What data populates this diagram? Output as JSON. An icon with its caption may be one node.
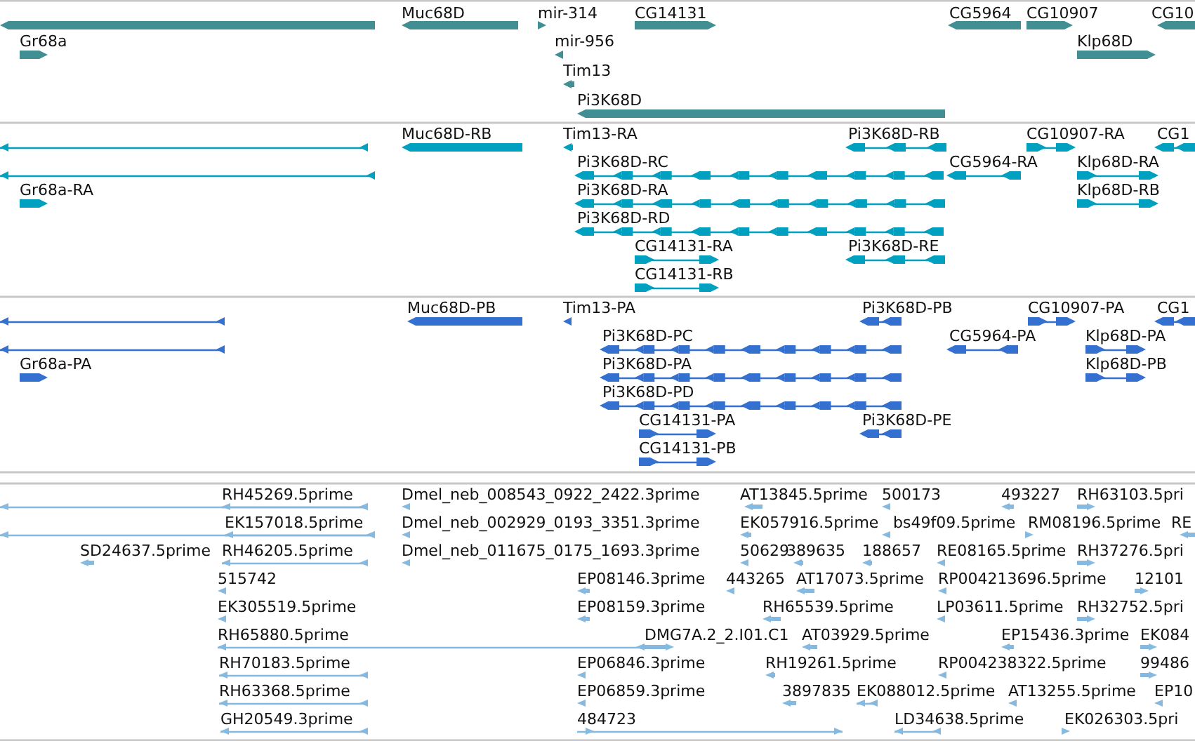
{
  "diagram": {
    "labels": [
      "Muc68D",
      "mir-314",
      "CG14131",
      "CG5964",
      "CG10907",
      "CG10",
      "Gr68a",
      "mir-956",
      "Klp68D",
      "Tim13",
      "Pi3K68D",
      "Muc68D-RB",
      "Tim13-RA",
      "Pi3K68D-RB",
      "CG10907-RA",
      "CG1",
      "Pi3K68D-RC",
      "CG5964-RA",
      "Klp68D-RA",
      "Gr68a-RA",
      "Pi3K68D-RA",
      "Klp68D-RB",
      "Pi3K68D-RD",
      "CG14131-RA",
      "Pi3K68D-RE",
      "CG14131-RB",
      "Muc68D-PB",
      "Tim13-PA",
      "Pi3K68D-PB",
      "CG10907-PA",
      "CG1",
      "Pi3K68D-PC",
      "CG5964-PA",
      "Klp68D-PA",
      "Gr68a-PA",
      "Pi3K68D-PA",
      "Klp68D-PB",
      "Pi3K68D-PD",
      "CG14131-PA",
      "Pi3K68D-PE",
      "CG14131-PB",
      "RH45269.5prime",
      "Dmel_neb_008543_0922_2422.3prime",
      "AT13845.5prime",
      "500173",
      "493227",
      "RH63103.5pri",
      "EK157018.5prime",
      "Dmel_neb_002929_0193_3351.3prime",
      "EK057916.5prime",
      "bs49f09.5prime",
      "RM08196.5prime",
      "RE",
      "SD24637.5prime",
      "RH46205.5prime",
      "Dmel_neb_011675_0175_1693.3prime",
      "50629",
      "389635",
      "188657",
      "RE08165.5prime",
      "RH37276.5pri",
      "515742",
      "EP08146.3prime",
      "443265",
      "AT17073.5prime",
      "RP004213696.5prime",
      "12101",
      "EK305519.5prime",
      "EP08159.3prime",
      "RH65539.5prime",
      "LP03611.5prime",
      "RH32752.5pri",
      "RH65880.5prime",
      "DMG7A.2_2.I01.C1",
      "AT03929.5prime",
      "EP15436.3prime",
      "EK084",
      "RH70183.5prime",
      "EP06846.3prime",
      "RH19261.5prime",
      "RP004238322.5prime",
      "99486",
      "RH63368.5prime",
      "EP06859.3prime",
      "3897835",
      "EK088012.5prime",
      "AT13255.5prime",
      "EP10",
      "GH20549.3prime",
      "484723",
      "LD34638.5prime",
      "EK026303.5pri"
    ]
  }
}
